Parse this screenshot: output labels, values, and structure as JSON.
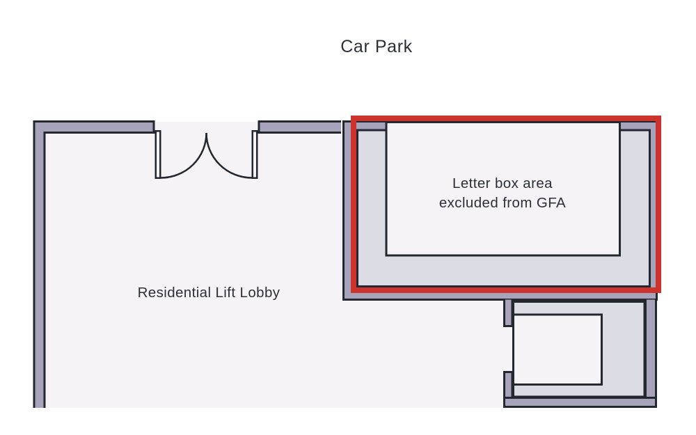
{
  "title": "Car Park",
  "labels": {
    "lobby": "Residential Lift Lobby",
    "letterbox_line1": "Letter box area",
    "letterbox_line2": "excluded from GFA"
  },
  "colors": {
    "background": "#ffffff",
    "wall-fill": "#a6a3ba",
    "inner-wall-fill": "#dcdce4",
    "floor-fill": "#f6f3f6",
    "outline": "#23272f",
    "highlight-red": "#cc332d",
    "text": "#2c2f38"
  }
}
